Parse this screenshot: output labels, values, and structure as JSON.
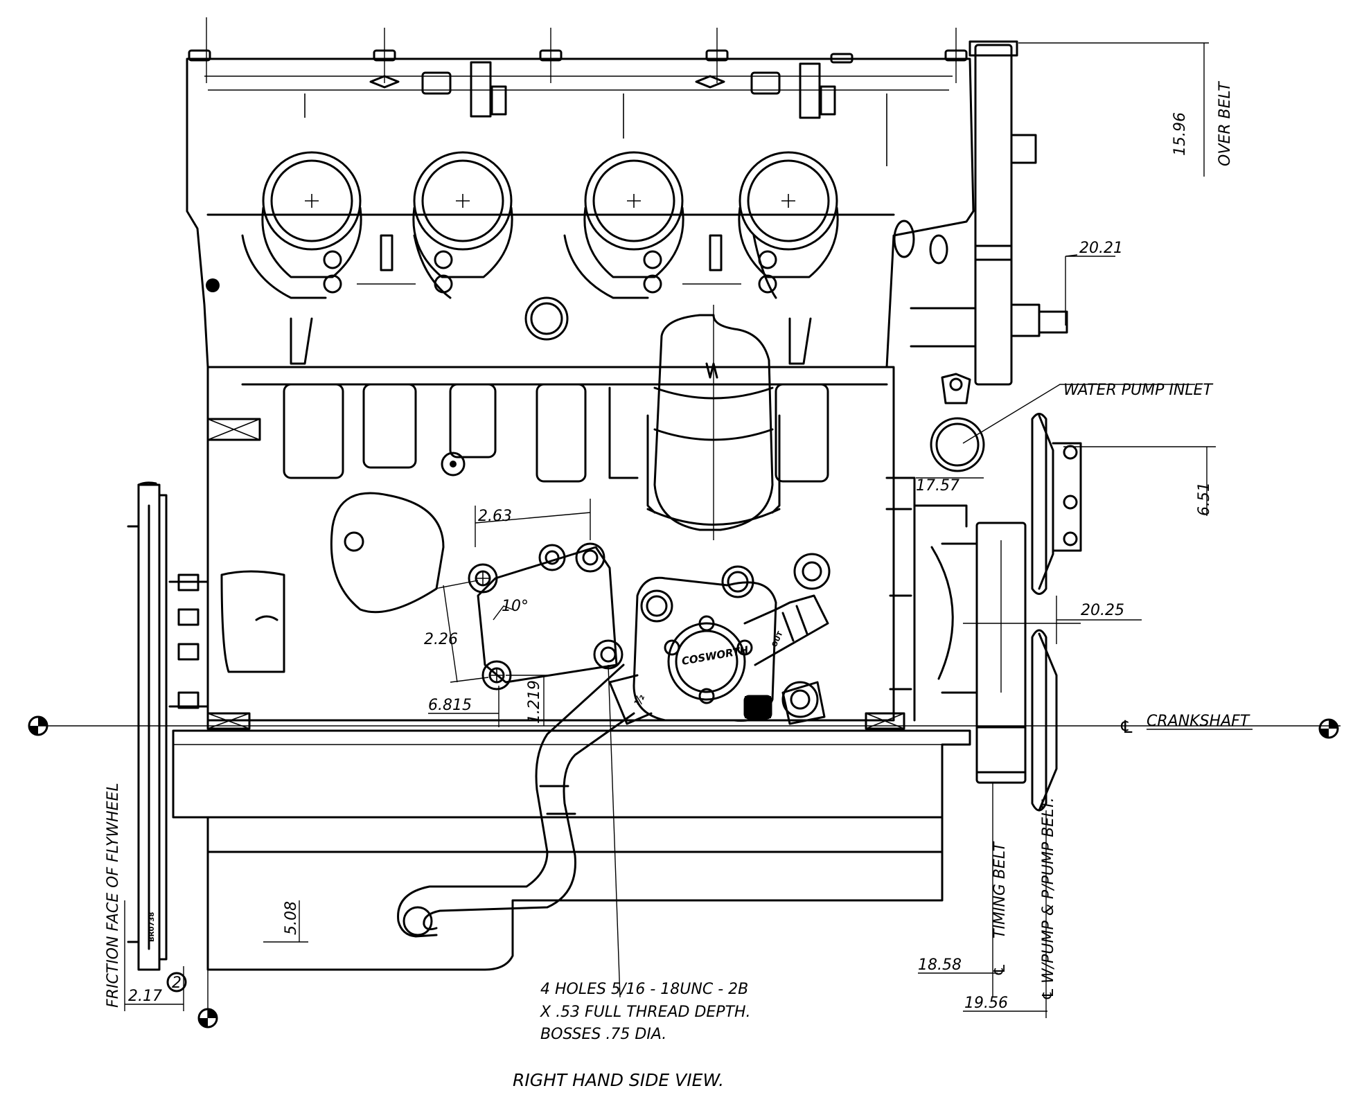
{
  "title": "RIGHT HAND SIDE VIEW.",
  "dimensions": {
    "over_belt_value": "15.96",
    "over_belt_label": "OVER BELT",
    "d_20_21": "20.21",
    "water_pump_inlet": "WATER PUMP INLET",
    "d_6_51": "6.51",
    "d_17_57": "17.57",
    "d_20_25": "20.25",
    "d_2_63": "2.63",
    "d_2_26": "2.26",
    "d_10deg": "10°",
    "d_6_815": "6.815",
    "d_1_219": "1.219",
    "d_5_08": "5.08",
    "friction_face": "FRICTION FACE OF FLYWHEEL",
    "d_2_17": "2.17",
    "circle_note": "2",
    "crankshaft": "CRANKSHAFT",
    "timing_belt": "TIMING BELT",
    "wpump_belt": "W/PUMP & P/PUMP BELT.",
    "d_18_58": "18.58",
    "d_19_56": "19.56",
    "cl_symbol": "℄",
    "d_half": "½"
  },
  "notes": {
    "holes_line1": "4 HOLES 5/16 - 18UNC - 2B",
    "holes_line2": "X .53 FULL THREAD DEPTH.",
    "holes_line3": "BOSSES .75 DIA."
  },
  "plates": {
    "cosworth": "COSWORTH",
    "flywheel_tag": "BR0738",
    "fuel_tag": "OUT"
  }
}
